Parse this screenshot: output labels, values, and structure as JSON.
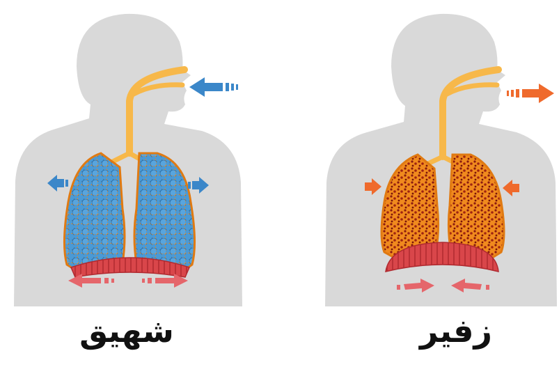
{
  "panels": [
    {
      "caption": "شهيق",
      "air_flow": "in",
      "arrow_color": "#3b87c9",
      "lung_fill": "alveoli-inflated"
    },
    {
      "caption": "زفير",
      "air_flow": "out",
      "arrow_color": "#ef6a2c",
      "lung_fill": "alveoli-deflated"
    }
  ],
  "colors": {
    "body": "#d9d9d9",
    "airway": "#f7b84a",
    "lung": "#f08a1e",
    "alveoli_in": "#4a9ad6",
    "alveoli_out": "#8a1a10",
    "diaphragm": "#d9464a",
    "arrow_in": "#3b87c9",
    "arrow_out": "#ef6a2c",
    "diaphragm_arrow": "#e5666b"
  }
}
